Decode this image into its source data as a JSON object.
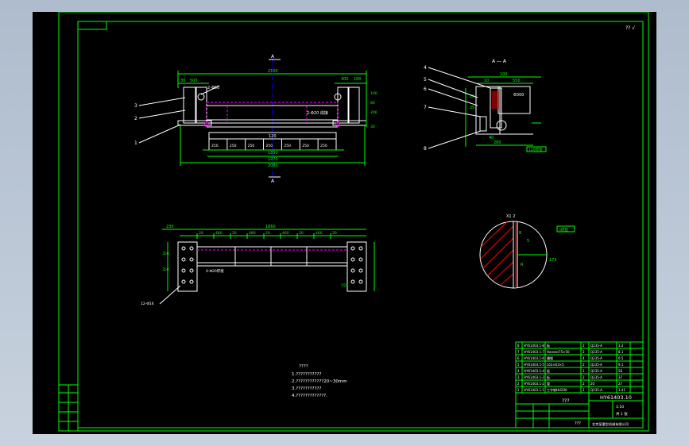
{
  "drawing": {
    "corner_mark": "?? √",
    "section_label": "A — A",
    "cut_mark_a": "A",
    "detail_label": "X1 2",
    "front": {
      "dim_overall_top": "2100",
      "dim_left_a": "30",
      "dim_left_b": "500",
      "dim_right_a": "300",
      "dim_right_b": "180",
      "hole_note": "2-Φ50",
      "weld_note": "2-Φ20 焊接",
      "segs": [
        "250",
        "250",
        "250",
        "250",
        "250",
        "250",
        "250"
      ],
      "mid_dim": "120",
      "dim_1850": "1850",
      "dim_1970": "1970",
      "dim_2080": "2080",
      "side_dims": [
        "100",
        "80",
        "200",
        "30"
      ],
      "leaders": [
        "3",
        "2",
        "1"
      ]
    },
    "section": {
      "leaders": [
        "4",
        "5",
        "6",
        "7",
        "8"
      ],
      "dims_top": [
        "100",
        "10",
        "550",
        "280"
      ],
      "dims_side": [
        "20",
        "25",
        "40"
      ],
      "material": "Φ300",
      "tag": "120焊接"
    },
    "plan": {
      "dim_top": "1860",
      "dim_left": "230",
      "segs": [
        "20",
        "480",
        "20",
        "480",
        "20",
        "460",
        "20",
        "460",
        "20"
      ],
      "note": "4-Φ20焊接",
      "hole_note": "12-Φ16",
      "side_dims": [
        "350",
        "350",
        "150"
      ]
    },
    "detail": {
      "tag": "3焊接",
      "dims": [
        "8",
        "5",
        "R",
        "173"
      ]
    },
    "notes": {
      "title": "????",
      "items": [
        "1.???????????",
        "2.????????????20~30mm",
        "3.???????????",
        "4.?????????????."
      ]
    },
    "title_block": {
      "drawing_no": "HY61403.10",
      "name": "???",
      "footer": "???",
      "company": "北京某重型机械有限公司",
      "scale": "1:10",
      "sheet": "共 1 张",
      "parts": [
        {
          "no": "8",
          "code": "HY61403.1-8",
          "name": "板",
          "qty": "2",
          "mat": "Q235-A",
          "wt": "3.2"
        },
        {
          "no": "7",
          "code": "HY61403.1-7",
          "name": "Hanson75×50",
          "qty": "2",
          "mat": "Q235-A",
          "wt": "8.1"
        },
        {
          "no": "6",
          "code": "HY61403.1-6",
          "name": "槽钢",
          "qty": "4",
          "mat": "Q235-A",
          "wt": "6.5"
        },
        {
          "no": "5",
          "code": "HY61403.1-5",
          "name": "L63×63×5",
          "qty": "2",
          "mat": "Q235-A",
          "wt": "9.1"
        },
        {
          "no": "4",
          "code": "HY61403.1-4",
          "name": "板",
          "qty": "1",
          "mat": "Q235-A",
          "wt": "56"
        },
        {
          "no": "3",
          "code": "HY61403.1-3",
          "name": "板",
          "qty": "2",
          "mat": "Q235-A",
          "wt": "37"
        },
        {
          "no": "2",
          "code": "HY61403.1-2",
          "name": "管",
          "qty": "2",
          "mat": "20",
          "wt": "27"
        },
        {
          "no": "1",
          "code": "HY61403.1-1",
          "name": "工字钢HU200",
          "qty": "1",
          "mat": "Q235-A",
          "wt": "1.41"
        }
      ]
    }
  },
  "colors": {
    "background": "#000000",
    "frame": "#00ff00",
    "dimension": "#00ff00",
    "geometry": "#ffffff",
    "hidden": "#ff00ff",
    "center": "#0000ff",
    "text_white": "#ffffff",
    "hatch": "#ff0000",
    "outer_bg": "#b4c2d2"
  }
}
